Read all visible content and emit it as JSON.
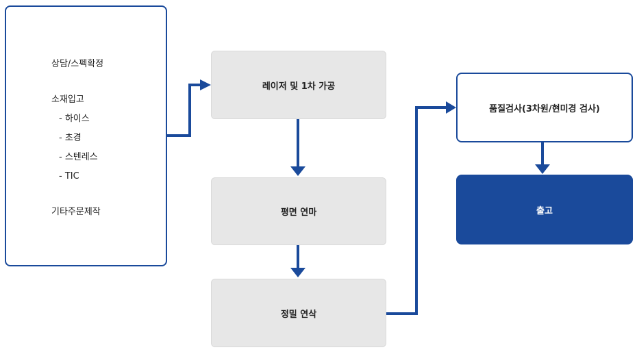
{
  "left_panel": {
    "item_consult": "상담/스펙확정",
    "item_material": "소재입고",
    "sub_items": [
      "- 하이스",
      "- 초경",
      "- 스텐레스",
      "- TIC"
    ],
    "item_custom": "기타주문제작"
  },
  "steps": {
    "laser": "레이저 및 1차 가공",
    "flat": "평면 연마",
    "precision": "정밀 연삭",
    "inspection": "품질검사(3차원/현미경 검사)",
    "shipping": "출고"
  },
  "colors": {
    "accent": "#1a4a9b",
    "box_gray": "#e7e7e7"
  }
}
